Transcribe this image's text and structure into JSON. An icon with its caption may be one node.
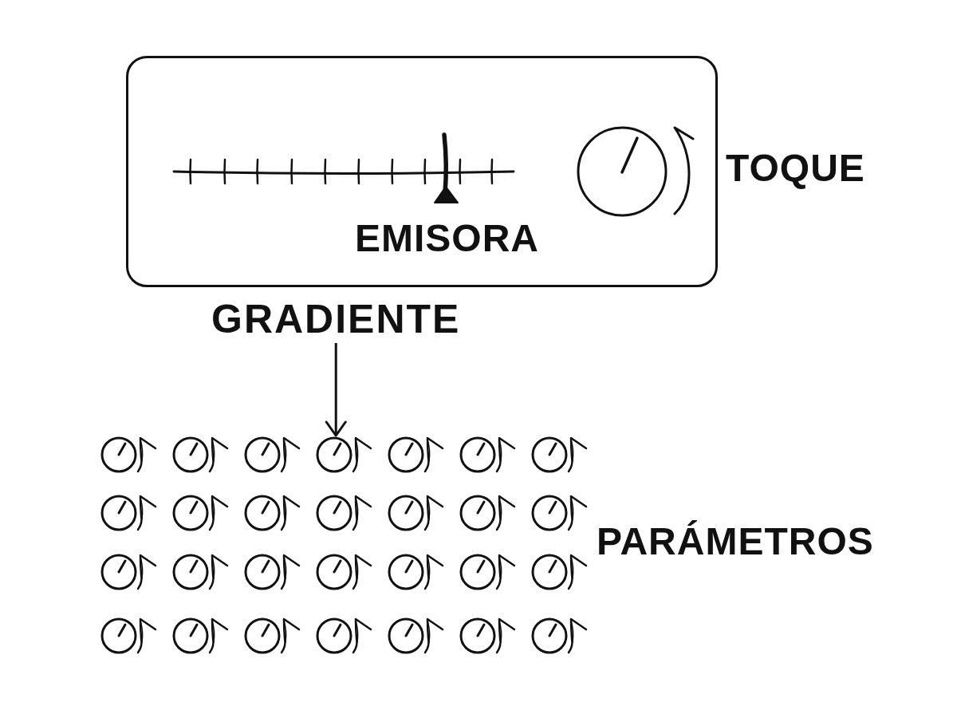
{
  "diagram": {
    "nodes": [
      {
        "text": [
          "EMISORA"
        ],
        "beside": [
          "TOQUE"
        ]
      },
      {
        "text": [
          "GRADIENTE"
        ]
      },
      {
        "text": [],
        "shape": "picture",
        "beside": [
          "PARÁMETROS"
        ]
      }
    ],
    "edges": [
      {
        "from": 1,
        "to": 2,
        "arrow": "to"
      }
    ]
  }
}
